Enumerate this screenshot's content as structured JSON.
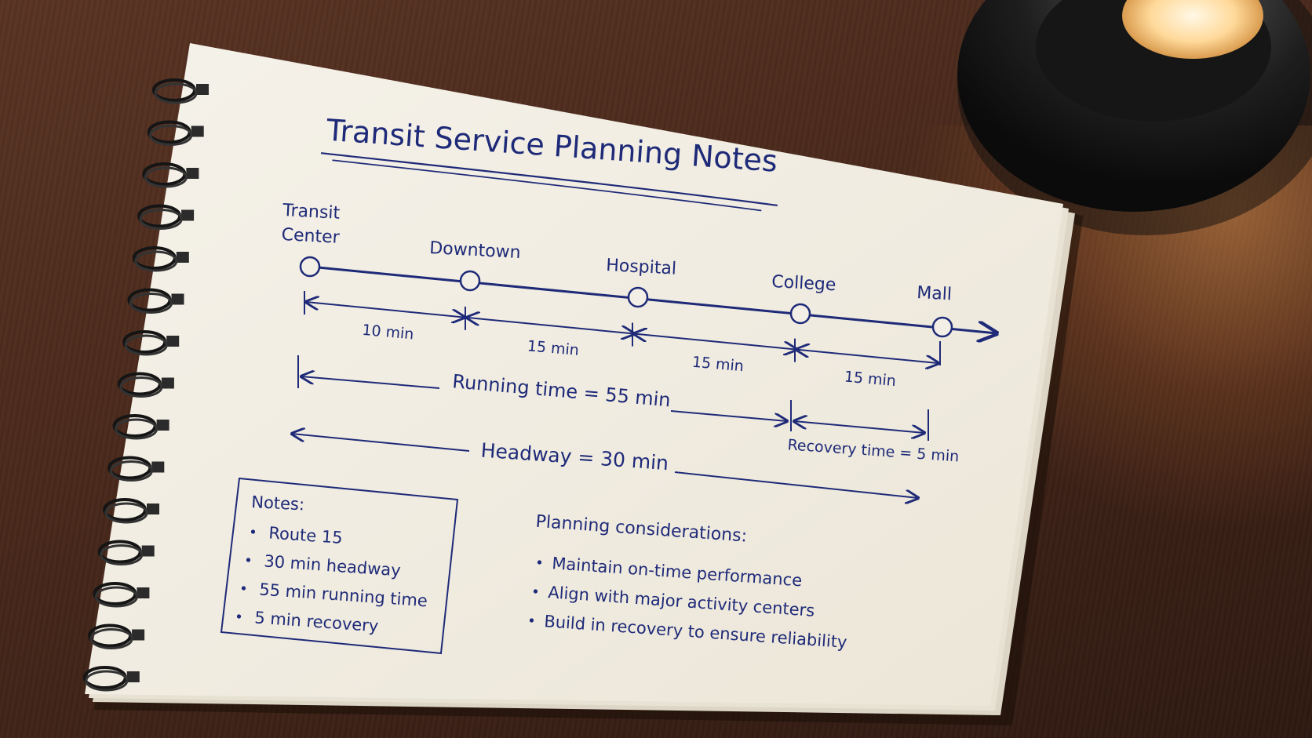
{
  "title": "Transit Service Planning Notes",
  "stops": [
    {
      "label_lines": [
        "Transit",
        "Center"
      ]
    },
    {
      "label_lines": [
        "Downtown"
      ]
    },
    {
      "label_lines": [
        "Hospital"
      ]
    },
    {
      "label_lines": [
        "College"
      ]
    },
    {
      "label_lines": [
        "Mall"
      ]
    }
  ],
  "segments": [
    "10 min",
    "15 min",
    "15 min",
    "15 min"
  ],
  "running_time": "Running time = 55 min",
  "recovery_time": "Recovery time = 5 min",
  "headway": "Headway = 30 min",
  "notes": {
    "heading": "Notes:",
    "items": [
      "Route 15",
      "30 min headway",
      "55 min running time",
      "5 min recovery"
    ]
  },
  "planning": {
    "heading": "Planning considerations:",
    "items": [
      "Maintain on-time performance",
      "Align with major activity centers",
      "Build in recovery to ensure reliability"
    ]
  },
  "colors": {
    "ink": "#1e2a78",
    "paper": "#f3efe6",
    "desk": "#4a2a1c"
  }
}
